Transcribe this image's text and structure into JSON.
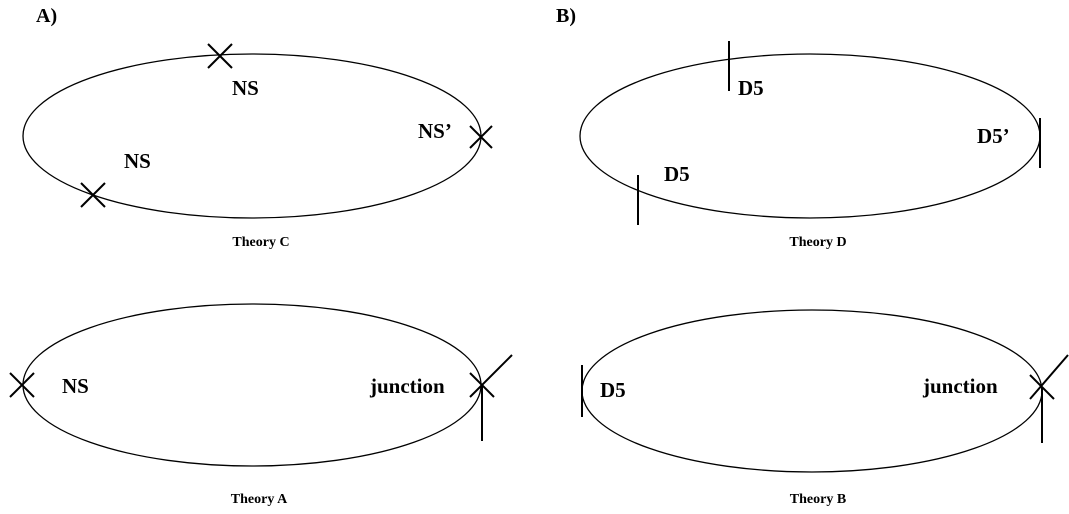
{
  "colors": {
    "background": "#ffffff",
    "ink": "#000000"
  },
  "panels": {
    "A": "A)",
    "B": "B)"
  },
  "diagrams": {
    "theory_c": {
      "caption": "Theory C",
      "labels": {
        "ns_top": "NS",
        "ns_right": "NS’",
        "ns_left": "NS"
      },
      "markers": [
        "x-cross",
        "x-cross",
        "x-cross"
      ]
    },
    "theory_d": {
      "caption": "Theory D",
      "labels": {
        "d5_top": "D5",
        "d5_right": "D5’",
        "d5_left": "D5"
      },
      "markers": [
        "vertical-bar",
        "vertical-bar",
        "vertical-bar"
      ]
    },
    "theory_a": {
      "caption": "Theory A",
      "labels": {
        "ns": "NS",
        "junction": "junction"
      },
      "markers": [
        "x-cross",
        "junction-cross"
      ]
    },
    "theory_b": {
      "caption": "Theory B",
      "labels": {
        "d5": "D5",
        "junction": "junction"
      },
      "markers": [
        "vertical-bar",
        "junction-cross"
      ]
    }
  }
}
